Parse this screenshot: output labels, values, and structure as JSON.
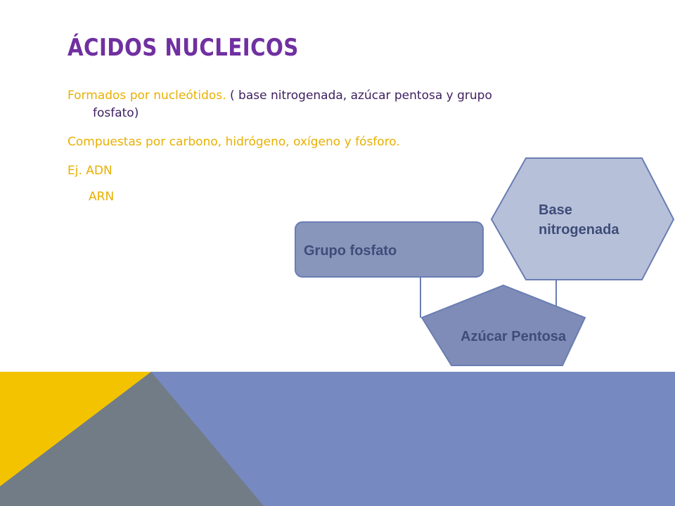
{
  "slide": {
    "title": "ÁCIDOS NUCLEICOS",
    "bullets": [
      {
        "lead": "Formados por nucleótidos.",
        "detail": " ( base nitrogenada, azúcar pentosa y grupo",
        "detail_cont": "fosfato)"
      },
      {
        "text": "Compuestas por carbono, hidrógeno, oxígeno y fósforo."
      },
      {
        "text": "Ej. ADN"
      },
      {
        "text": "ARN"
      }
    ]
  },
  "diagram": {
    "phosphate_label": "Grupo fosfato",
    "base_label_line1": "Base",
    "base_label_line2": "nitrogenada",
    "sugar_label": "Azúcar Pentosa"
  },
  "colors": {
    "title": "#7030a0",
    "bullet_text": "#e8b000",
    "detail_text": "#3c1e5e",
    "phosphate_fill": "#8896bc",
    "base_fill": "#b7c0d9",
    "sugar_fill": "#7f8cb8",
    "shape_stroke": "#6a7db3",
    "footer_blue": "#7689c1",
    "footer_gray": "#717c86",
    "footer_yellow": "#f3c300"
  }
}
